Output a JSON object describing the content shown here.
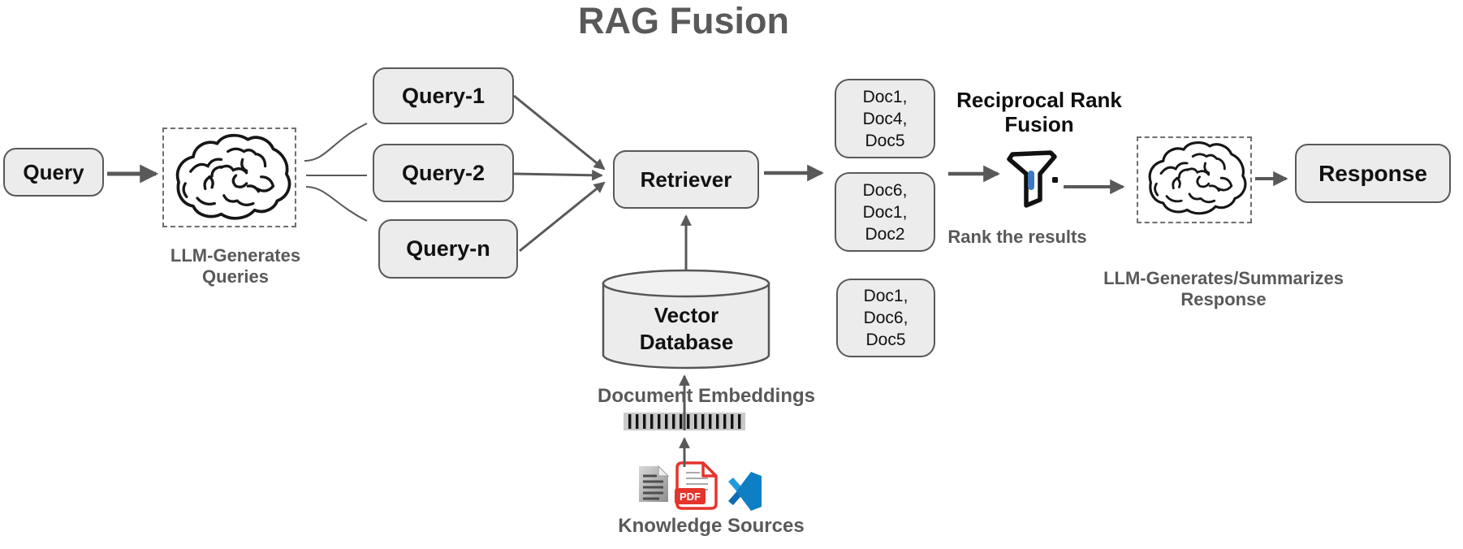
{
  "title": "RAG Fusion",
  "nodes": {
    "query": "Query",
    "query1": "Query-1",
    "query2": "Query-2",
    "queryn": "Query-n",
    "retriever": "Retriever",
    "vector_database": "Vector\nDatabase",
    "response": "Response",
    "doc_list_1": [
      "Doc1,",
      "Doc4,",
      "Doc5"
    ],
    "doc_list_2": [
      "Doc6,",
      "Doc1,",
      "Doc2"
    ],
    "doc_list_3": [
      "Doc1,",
      "Doc6,",
      "Doc5"
    ]
  },
  "labels": {
    "llm_generates_queries": "LLM-Generates\nQueries",
    "reciprocal_rank_fusion": "Reciprocal Rank\nFusion",
    "rank_the_results": "Rank the results",
    "document_embeddings": "Document Embeddings",
    "knowledge_sources": "Knowledge Sources",
    "llm_generates_response": "LLM-Generates/Summarizes\nResponse",
    "pdf_badge": "PDF"
  },
  "icons": {
    "brain": "brain-icon",
    "funnel": "funnel-filter-icon",
    "document": "document-icon",
    "pdf": "pdf-file-icon",
    "vscode": "vscode-icon",
    "barcode": "embeddings-barcode-icon",
    "cylinder": "database-cylinder-icon"
  },
  "colors": {
    "node_fill": "#ececec",
    "node_border": "#595959",
    "arrow": "#595959",
    "title_text": "#595959",
    "label_text": "#595959",
    "node_text": "#111111",
    "funnel_blue": "#3c79c2",
    "pdf_red": "#e5342c",
    "vscode_blue": "#0f7fc4"
  }
}
